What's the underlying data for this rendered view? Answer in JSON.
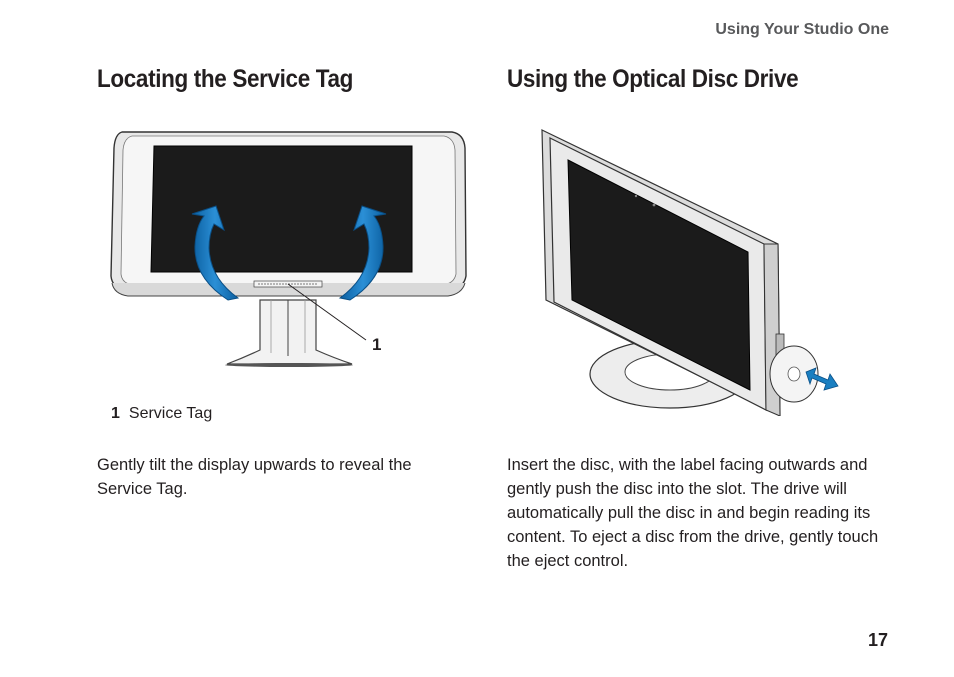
{
  "header": {
    "section_title": "Using Your Studio One"
  },
  "left": {
    "heading": "Locating the Service Tag",
    "callout": {
      "number": "1",
      "label": "Service Tag"
    },
    "figure_callout": "1",
    "paragraph": "Gently tilt the display upwards to reveal the Service Tag."
  },
  "right": {
    "heading": "Using the Optical Disc Drive",
    "paragraph": "Insert the disc, with the label facing outwards and gently push the disc into the slot. The drive will automatically pull the disc in and begin reading its content. To eject a disc from the drive, gently touch the eject control."
  },
  "footer": {
    "page_number": "17"
  },
  "colors": {
    "arrow_blue": "#1a7fc1",
    "screen": "#1b1b1b",
    "bezel": "#e6e6e6"
  },
  "icons": [
    "tilt-arrow-icon",
    "insert-arrow-icon"
  ]
}
